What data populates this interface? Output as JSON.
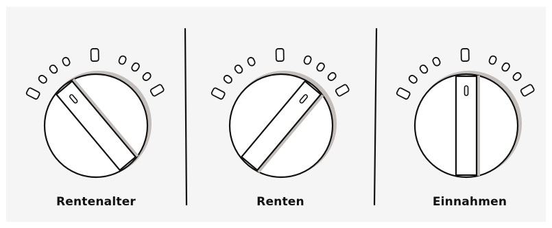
{
  "dials": [
    {
      "label": "Rentenalter",
      "level": 0.0
    },
    {
      "label": "Renten",
      "level": 1.0
    },
    {
      "label": "Einnahmen",
      "level": 0.5
    }
  ],
  "colors": {
    "background": "#f5f5f5",
    "outline": "#111111",
    "shadow": "#c4beba",
    "knob": "#ffffff"
  }
}
